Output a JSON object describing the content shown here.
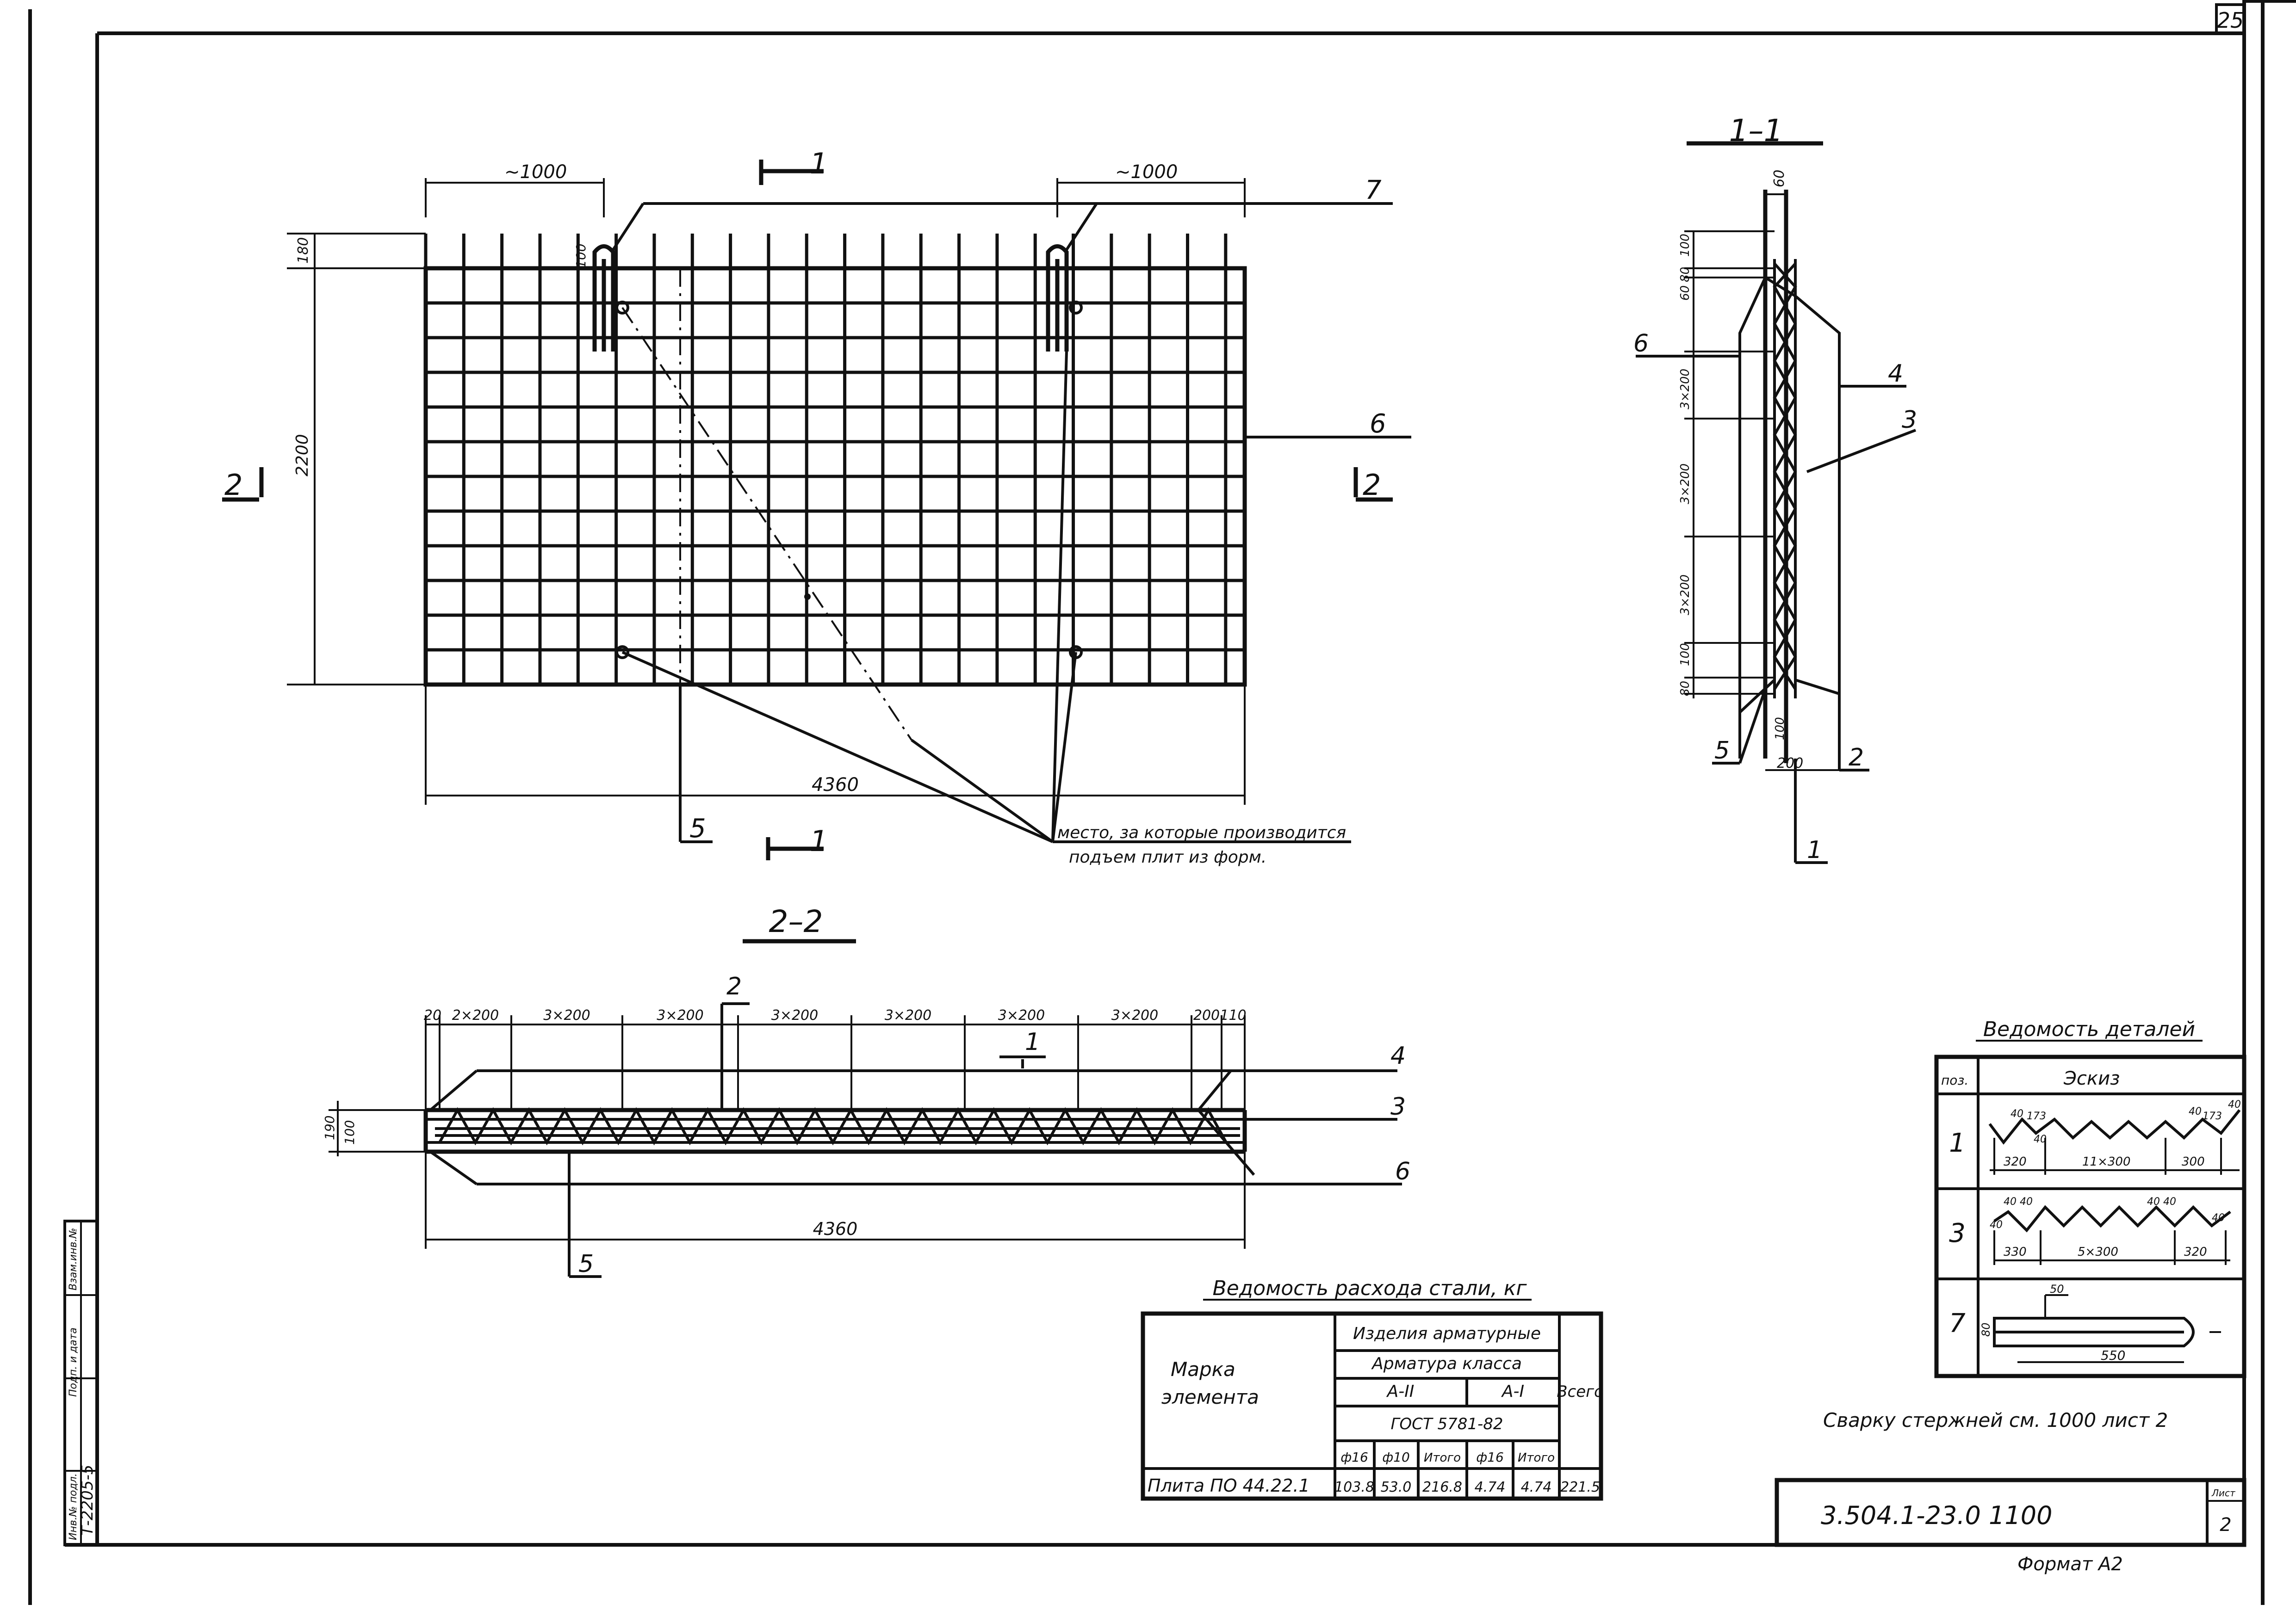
{
  "sheet": {
    "sheet_number": "25",
    "format_label": "Формат А2",
    "doc_code": "3.504.1-23.0  1100",
    "list_label": "Лист",
    "list_number": "2",
    "welding_note": "Сварку стержней см. 1000 лист 2",
    "side_stamp": {
      "inventory": "Т-2205-5",
      "cols": [
        "Инв.№ подл.",
        "Подп. и дата",
        "Взам.инв.№"
      ]
    }
  },
  "plan": {
    "dim_left_top": "~1000",
    "dim_right_top": "~1000",
    "dim_height": "2200",
    "dim_top_small": "180",
    "dim_loop": "100",
    "dim_length": "4360",
    "cut_11_top": "1",
    "cut_11_bottom": "1",
    "cut_22_left": "2",
    "cut_22_right": "2",
    "pos_7": "7",
    "pos_6": "6",
    "pos_5": "5",
    "note_line1": "место, за которые производится",
    "note_line2": "подъем плит из форм."
  },
  "section_11": {
    "title": "1–1",
    "dim_top": "60",
    "dims_vertical": [
      "100",
      "80",
      "60",
      "3×200",
      "3×200",
      "3×200",
      "100",
      "80"
    ],
    "dim_bottom_a": "100",
    "dim_bottom_b": "200",
    "pos_6": "6",
    "pos_4": "4",
    "pos_3": "3",
    "pos_5": "5",
    "pos_2": "2",
    "pos_1": "1"
  },
  "section_22": {
    "title": "2–2",
    "dims_top": [
      "20",
      "2×200",
      "3×200",
      "3×200",
      "3×200",
      "3×200",
      "3×200",
      "3×200",
      "200",
      "110"
    ],
    "dim_left_a": "190",
    "dim_left_b": "100",
    "dim_length": "4360",
    "pos_2": "2",
    "pos_1": "1",
    "pos_4": "4",
    "pos_3": "3",
    "pos_6": "6",
    "pos_5": "5"
  },
  "steel_table": {
    "title": "Ведомость расхода стали, кг",
    "col_mark_line1": "Марка",
    "col_mark_line2": "элемента",
    "group_products": "Изделия арматурные",
    "group_class": "Арматура класса",
    "class_aii": "А-II",
    "class_ai": "А-I",
    "gost": "ГОСТ 5781-82",
    "col_total": "Всего",
    "subcols": [
      "ф16",
      "ф10",
      "Итого",
      "ф16",
      "Итого"
    ],
    "row_name": "Плита ПО 44.22.1",
    "row_values": [
      "103.8",
      "53.0",
      "216.8",
      "4.74",
      "4.74",
      "221.5"
    ]
  },
  "details_table": {
    "title": "Ведомость деталей",
    "col_pos": "поз.",
    "col_sketch": "Эскиз",
    "rows": [
      {
        "pos": "1",
        "dims": [
          "40",
          "173",
          "40",
          "320",
          "11×300",
          "300",
          "40",
          "173",
          "40"
        ]
      },
      {
        "pos": "3",
        "dims": [
          "40",
          "40",
          "40",
          "330",
          "5×300",
          "320",
          "40",
          "40",
          "40"
        ]
      },
      {
        "pos": "7",
        "dims": [
          "50",
          "80",
          "550"
        ]
      }
    ]
  }
}
